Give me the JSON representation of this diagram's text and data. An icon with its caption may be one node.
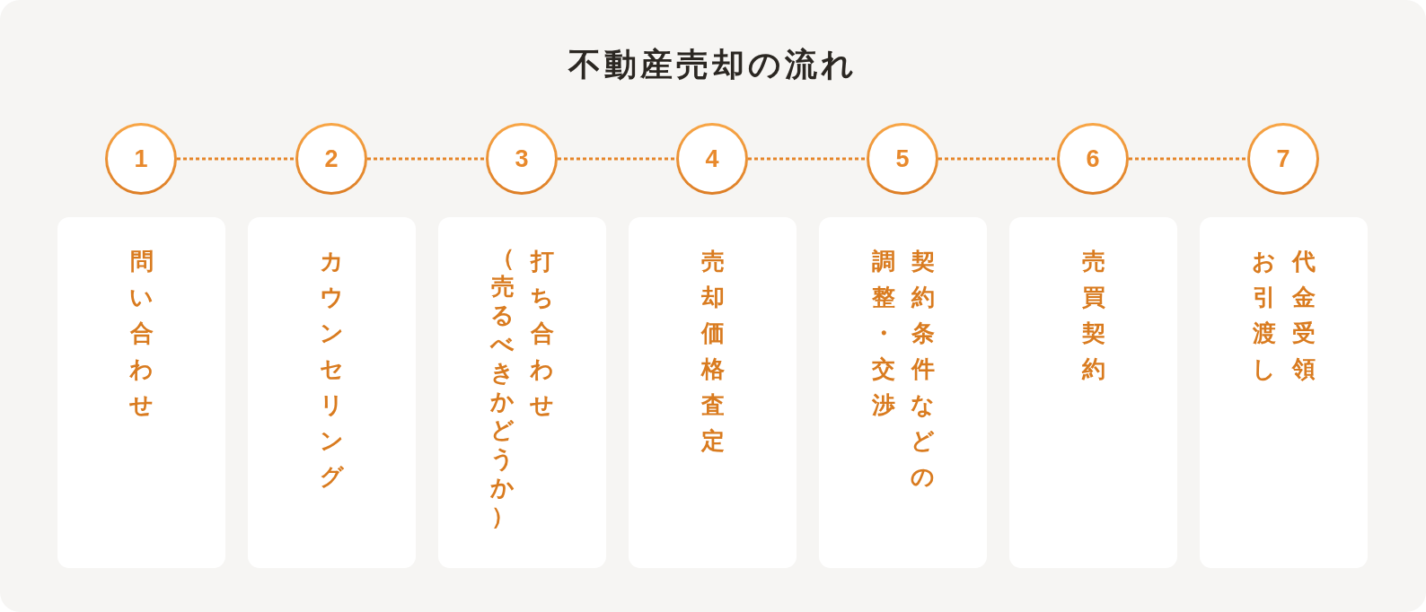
{
  "diagram": {
    "title": "不動産売却の流れ",
    "nodes": [
      {
        "text": [
          "1"
        ]
      },
      {
        "text": [
          "2"
        ]
      },
      {
        "text": [
          "3"
        ]
      },
      {
        "text": [
          "4"
        ]
      },
      {
        "text": [
          "5"
        ]
      },
      {
        "text": [
          "6"
        ]
      },
      {
        "text": [
          "7"
        ]
      },
      {
        "text": [
          "問い合わせ"
        ]
      },
      {
        "text": [
          "カウンセリング"
        ]
      },
      {
        "text": [
          "打ち合わせ（売るべきかどうか）"
        ]
      },
      {
        "text": [
          "売却価格査定"
        ]
      },
      {
        "text": [
          "契約条件などの調整・交渉"
        ]
      },
      {
        "text": [
          "売買契約"
        ]
      },
      {
        "text": [
          "代金受領お引渡し"
        ]
      }
    ],
    "edges": [
      {
        "from": 0,
        "to": 1,
        "arrow": "none",
        "style": "dashed"
      },
      {
        "from": 1,
        "to": 2,
        "arrow": "none",
        "style": "dashed"
      },
      {
        "from": 2,
        "to": 3,
        "arrow": "none",
        "style": "dashed"
      },
      {
        "from": 3,
        "to": 4,
        "arrow": "none",
        "style": "dashed"
      },
      {
        "from": 4,
        "to": 5,
        "arrow": "none",
        "style": "dashed"
      },
      {
        "from": 5,
        "to": 6,
        "arrow": "none",
        "style": "dashed"
      }
    ]
  }
}
